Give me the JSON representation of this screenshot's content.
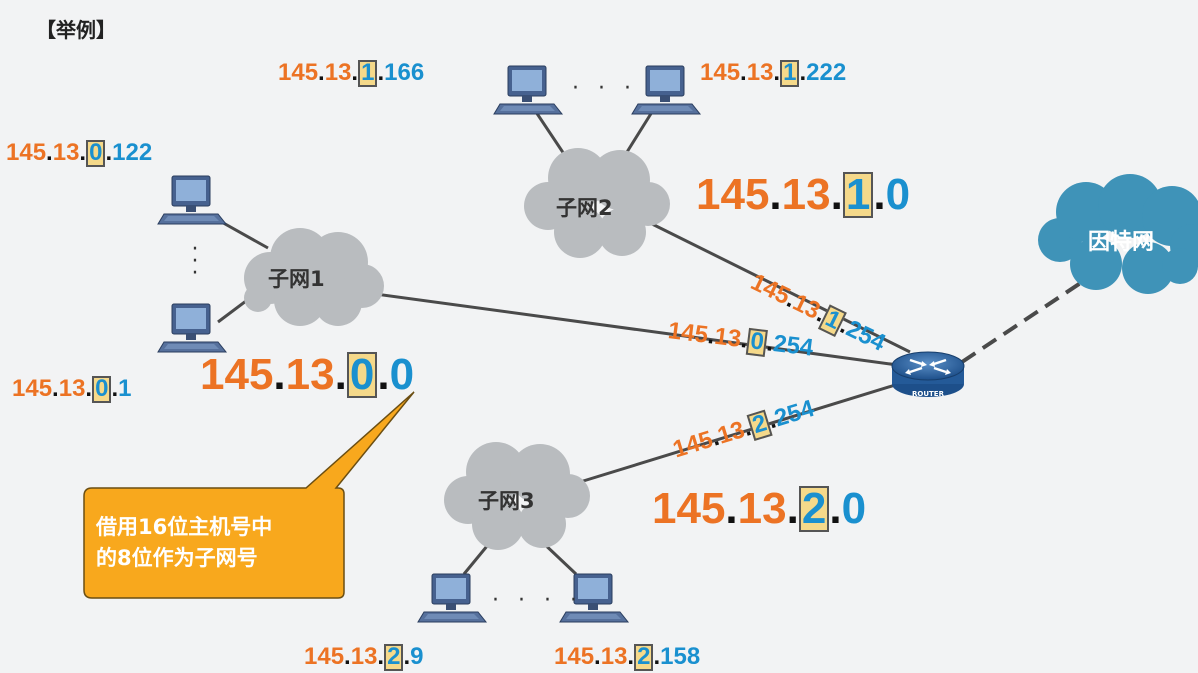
{
  "title": "【举例】",
  "clouds": {
    "subnet1": "子网1",
    "subnet2": "子网2",
    "subnet3": "子网3",
    "internet": "因特网"
  },
  "router_label": "ROUTER",
  "ellipsis": {
    "top": "· · ·",
    "bottom": "· · · ·",
    "left": "·\n·\n·"
  },
  "callout": {
    "line1": "借用16位主机号中",
    "line2": "的8位作为子网号"
  },
  "ips": {
    "h_1_166": {
      "prefix": "145",
      "mid": "13",
      "subnet": "1",
      "host": "166"
    },
    "h_1_222": {
      "prefix": "145",
      "mid": "13",
      "subnet": "1",
      "host": "222"
    },
    "h_0_122": {
      "prefix": "145",
      "mid": "13",
      "subnet": "0",
      "host": "122"
    },
    "h_0_1": {
      "prefix": "145",
      "mid": "13",
      "subnet": "0",
      "host": "1"
    },
    "h_2_9": {
      "prefix": "145",
      "mid": "13",
      "subnet": "2",
      "host": "9"
    },
    "h_2_158": {
      "prefix": "145",
      "mid": "13",
      "subnet": "2",
      "host": "158"
    },
    "r_1_254": {
      "prefix": "145",
      "mid": "13",
      "subnet": "1",
      "host": "254"
    },
    "r_0_254": {
      "prefix": "145",
      "mid": "13",
      "subnet": "0",
      "host": "254"
    },
    "r_2_254": {
      "prefix": "145",
      "mid": "13",
      "subnet": "2",
      "host": "254"
    },
    "net_0": {
      "prefix": "145",
      "mid": "13",
      "subnet": "0",
      "host": "0"
    },
    "net_1": {
      "prefix": "145",
      "mid": "13",
      "subnet": "1",
      "host": "0"
    },
    "net_2": {
      "prefix": "145",
      "mid": "13",
      "subnet": "2",
      "host": "0"
    }
  },
  "colors": {
    "prefix": "#ec7324",
    "host": "#1a90cf",
    "subnet_box": "#f5d98a",
    "cloud_gray": "#b9bcbf",
    "cloud_internet": "#3f93b8",
    "callout": "#f8a81d"
  }
}
